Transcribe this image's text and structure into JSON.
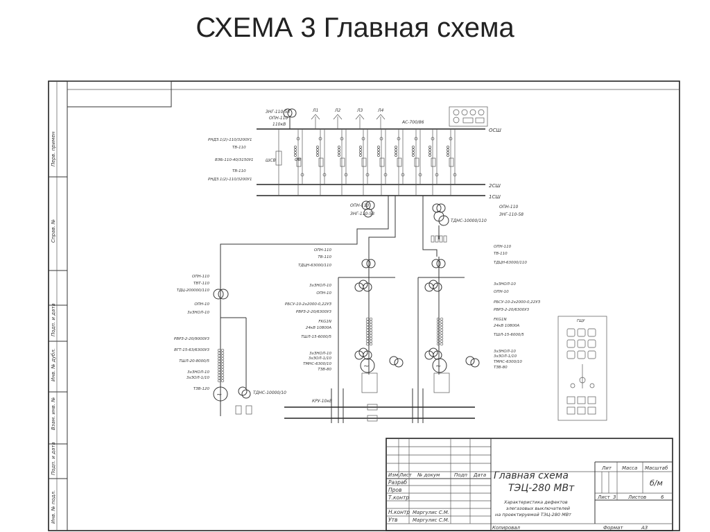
{
  "slide": {
    "title": "СХЕМА 3 Главная схема"
  },
  "left_margin_labels": [
    "Перв. примен",
    "Справ. №",
    "Подп. и дата",
    "Инв. № дубл.",
    "Взам. инв. №",
    "Подп. и дата",
    "Инв. № подл."
  ],
  "top_bus": {
    "lines": [
      "Л1",
      "Л2",
      "Л3",
      "Л4"
    ],
    "conductor": "АС-700/86",
    "bus1": "ОСШ",
    "bus2": "2СШ",
    "bus3": "1СШ"
  },
  "left_labels": [
    "ЗНГ-110-58",
    "ОПН-110",
    "110кВ",
    "РНДЗ.1(2)-110/3200У1",
    "ТВ-110",
    "ВЭБ-110-40/3150У1",
    "ТВ-110",
    "РНДЗ.1(2)-110/3200У1",
    "ШСВ",
    "ОВ"
  ],
  "aux_right": [
    "ОПН-110",
    "ЗНГ-110-58",
    "ТДНС-10000/110"
  ],
  "aux_left": [
    "ОПН-110",
    "ЗНГ-110-58"
  ],
  "gen1": {
    "labels": [
      "ОПН-110",
      "ТВТ-110",
      "ТДЦ-200000/110",
      "ОПН-10",
      "3хЗНОЛ-10",
      "РВРЗ-2-20/9000У3",
      "ВГТ-15-63/6300У3",
      "ТШЛ-20-8000/5",
      "3хЗНОЛ-10",
      "3хЗОЛ-1/10",
      "ТЗВ-120"
    ],
    "aux": "ТДНС-10000/10"
  },
  "gen2": {
    "labels": [
      "ОПН-110",
      "ТВ-110",
      "ТДЦН-63000/110",
      "3хЗНОЛ-10",
      "ОПН-10",
      "РБСУ-10-2х2000-0,22УЗ",
      "РВРЗ-2-20/6300У3",
      "FKG1N",
      "24кВ 10800А",
      "ТШЛ-15-6000/5",
      "3хЗНОЛ-10",
      "3хЗОЛ-1/10",
      "ТМНС-6300/10",
      "ТЗВ-80"
    ]
  },
  "gen3": {
    "labels": [
      "ОПН-110",
      "ТВ-110",
      "ТДЦН-63000/110",
      "3хЗНОЛ-10",
      "ОПН-10",
      "РБСУ-10-2х2000-0,22УЗ",
      "РВРЗ-2-20/6300У3",
      "FKG1N",
      "24кВ 10800А",
      "ТШЛ-15-6000/5",
      "3хЗНОЛ-10",
      "3хЗОЛ-1/10",
      "ТМНС-6300/10",
      "ТЗВ-80"
    ]
  },
  "kru": "КРУ-10кВ",
  "legend_box": {
    "title": "ГЩУ"
  },
  "stamp": {
    "title_line1": "Главная схема",
    "title_line2": "ТЭЦ-280 МВт",
    "subtitle_line1": "Характеристика дефектов",
    "subtitle_line2": "элегазовых выключателей",
    "subtitle_line3": "на проектируемой ТЭЦ-280 МВт",
    "col_headers": [
      "Изм",
      "Лист",
      "№ докум",
      "Подп",
      "Дата"
    ],
    "rows": [
      "Разраб",
      "Пров",
      "Т.контр",
      "",
      "Н.контр",
      "Утв"
    ],
    "row_names": [
      "",
      "",
      "",
      "",
      "Маргулис С.М.",
      "Маргулис С.М."
    ],
    "lit": "Лит",
    "mass": "Масса",
    "scale": "Масштаб",
    "scale_value": "б/м",
    "sheet": "Лист",
    "sheet_no": "3",
    "sheets": "Листов",
    "sheets_no": "6",
    "copied": "Копировал",
    "format": "Формат",
    "format_value": "А3"
  },
  "colors": {
    "ink": "#333333",
    "background": "#ffffff"
  }
}
